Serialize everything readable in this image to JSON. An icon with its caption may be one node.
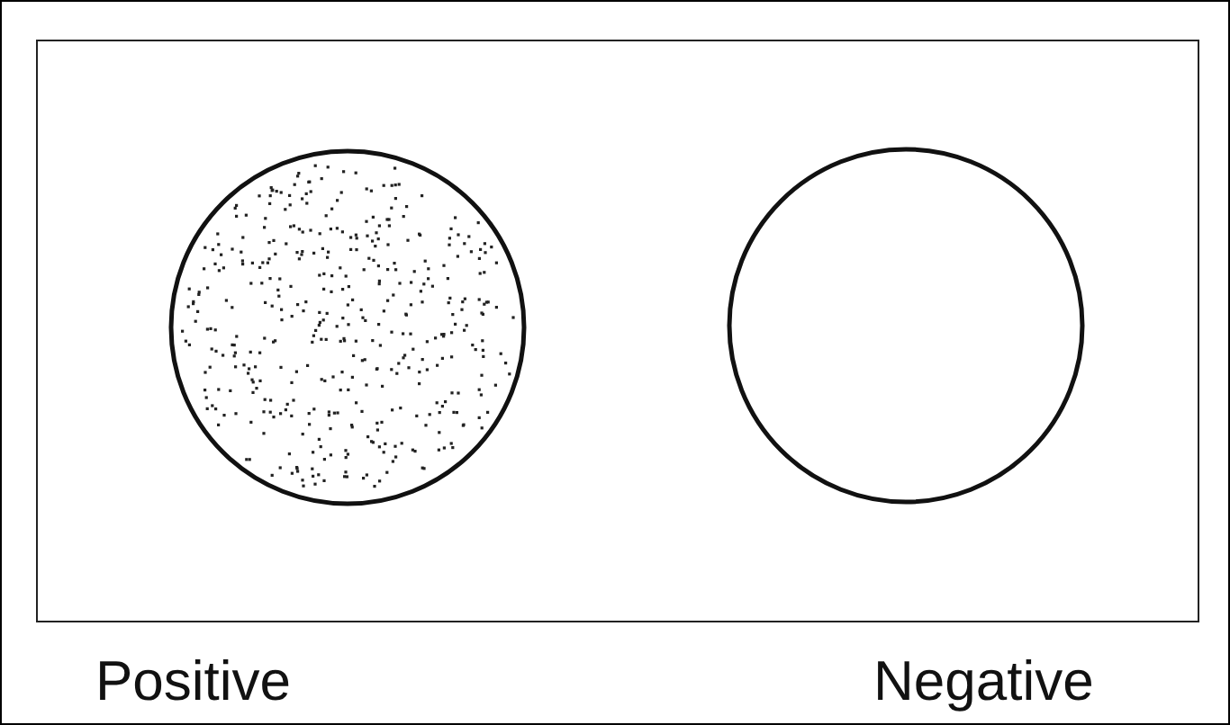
{
  "diagram": {
    "nodes": [
      {
        "text": [],
        "shape": "circle",
        "beside": [
          "Positive"
        ]
      },
      {
        "text": [],
        "shape": "circle",
        "beside": [
          "Negative"
        ]
      }
    ]
  }
}
